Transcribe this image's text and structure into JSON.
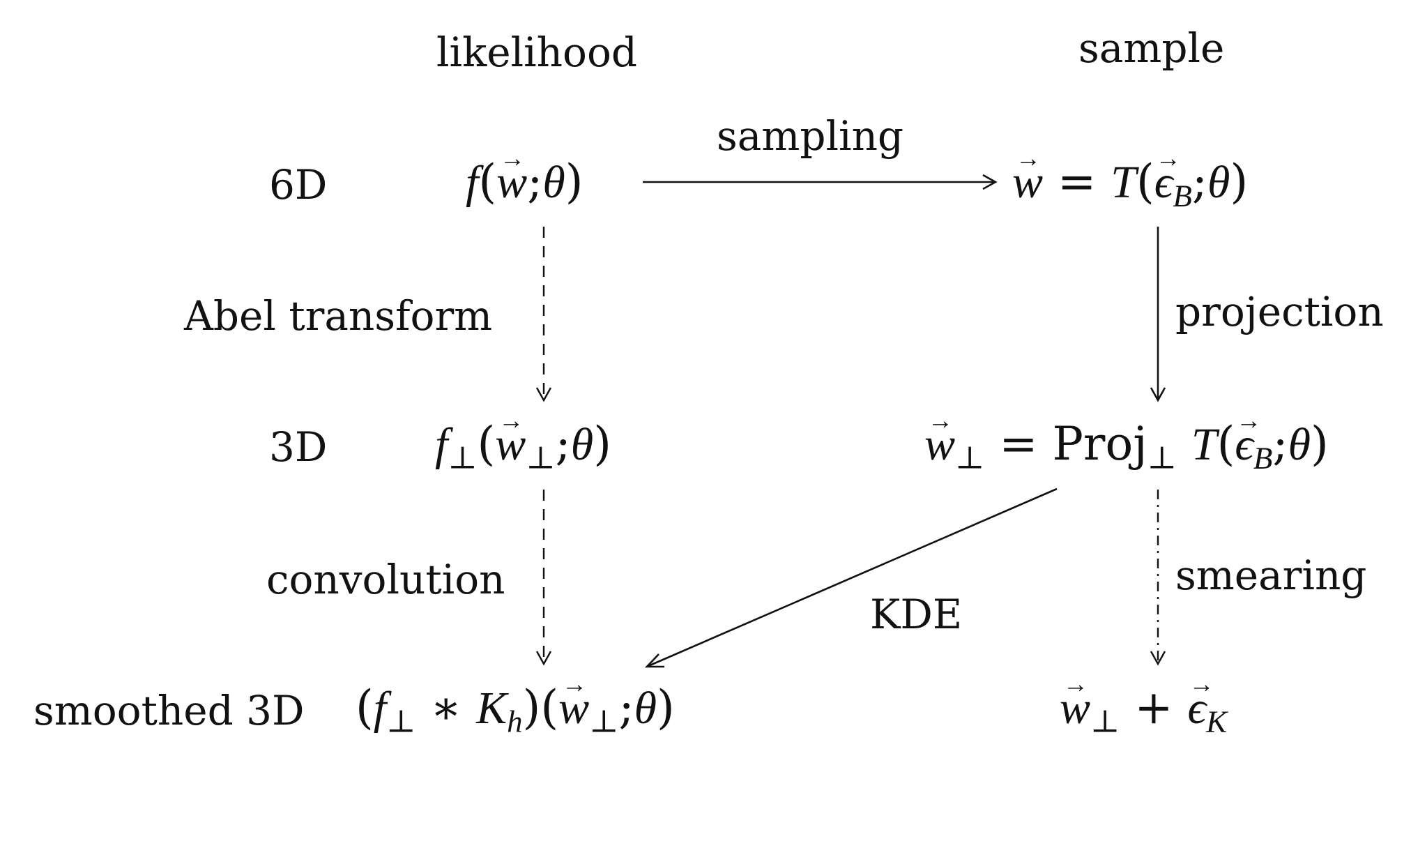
{
  "columns": {
    "likelihood": "likelihood",
    "sample": "sample"
  },
  "rows": {
    "six_d": "6D",
    "three_d": "3D",
    "smoothed_three_d": "smoothed 3D"
  },
  "edges": {
    "sampling": "sampling",
    "abel_transform": "Abel transform",
    "projection": "projection",
    "convolution": "convolution",
    "kde": "KDE",
    "smearing": "smearing"
  },
  "nodes": {
    "f": "f",
    "T": "T",
    "w": "w",
    "epsilon": "ϵ",
    "theta": "θ",
    "perp": "⊥",
    "B": "B",
    "K": "K",
    "h": "h",
    "proj": "Proj"
  },
  "colors": {
    "ink": "#111111",
    "background": "#ffffff"
  }
}
